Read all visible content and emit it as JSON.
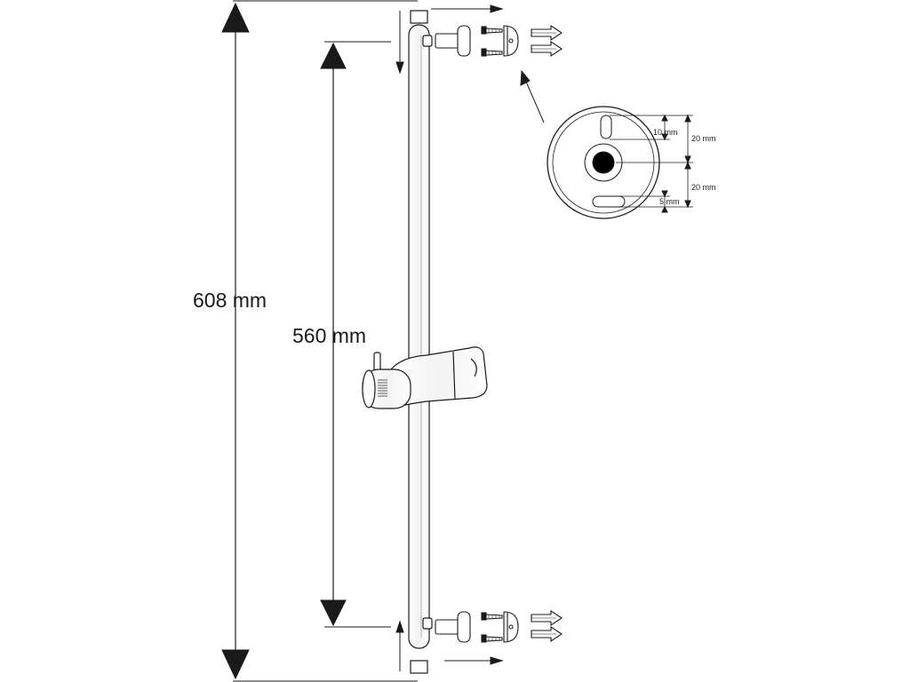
{
  "dimensions": {
    "overall_height": "608 mm",
    "hole_spacing": "560 mm",
    "slot_offset_top": "10 mm",
    "slot_offset_bottom": "5 mm",
    "hole_to_slot_top": "20 mm",
    "hole_to_slot_bottom": "20 mm"
  },
  "colors": {
    "line": "#1a1a1a",
    "fill": "#ffffff",
    "hole": "#000000"
  }
}
